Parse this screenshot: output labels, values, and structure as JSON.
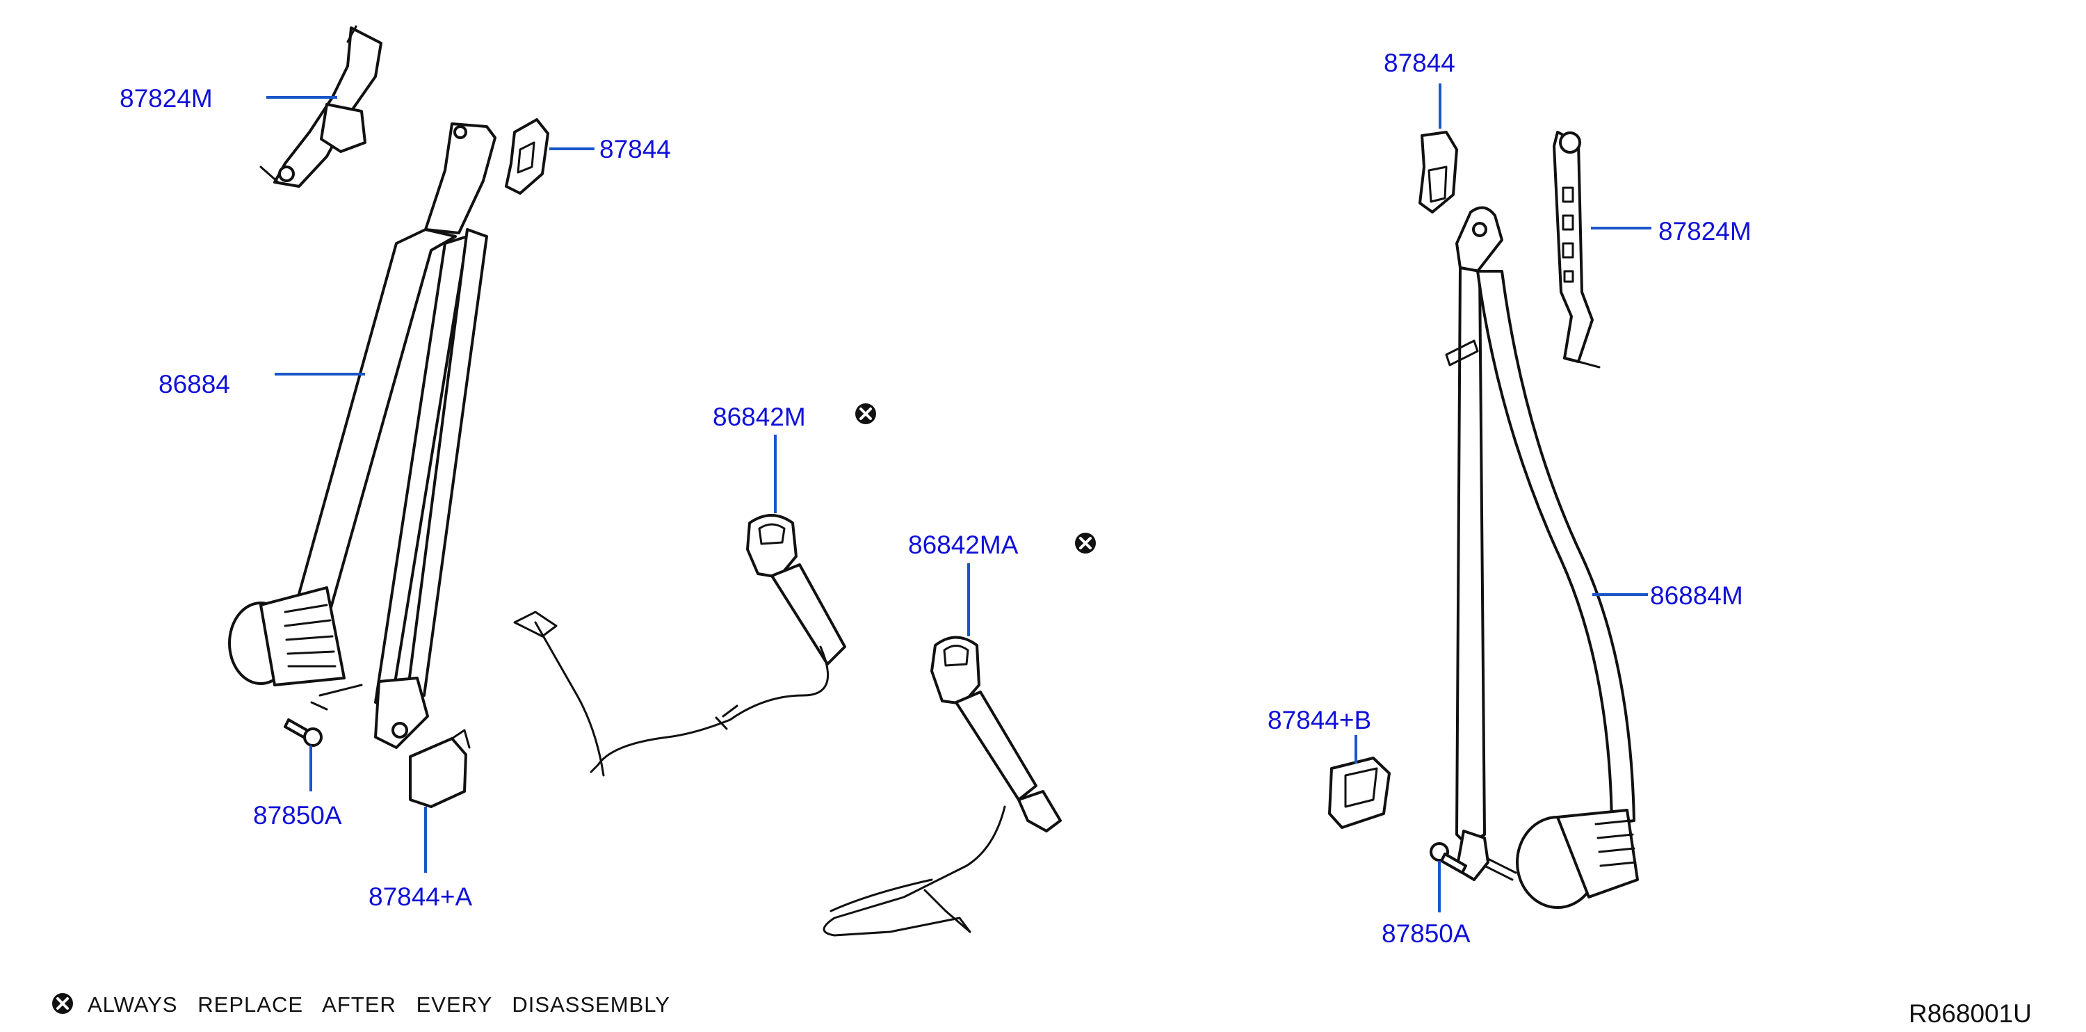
{
  "labels": {
    "p87824M_left": "87824M",
    "p87844_left": "87844",
    "p86884": "86884",
    "p86842M": "86842M",
    "p86842MA": "86842MA",
    "p87850A_left": "87850A",
    "p87844A": "87844+A",
    "p87844_right": "87844",
    "p87824M_right": "87824M",
    "p86884M": "86884M",
    "p87844B": "87844+B",
    "p87850A_right": "87850A"
  },
  "note": {
    "symbol": "circled-x-icon",
    "text": "ALWAYS   REPLACE   AFTER   EVERY   DISASSEMBLY"
  },
  "figure_code": "R868001U",
  "colors": {
    "label": "#1010d8",
    "leader": "#1a56c8",
    "line_art": "#111111"
  }
}
